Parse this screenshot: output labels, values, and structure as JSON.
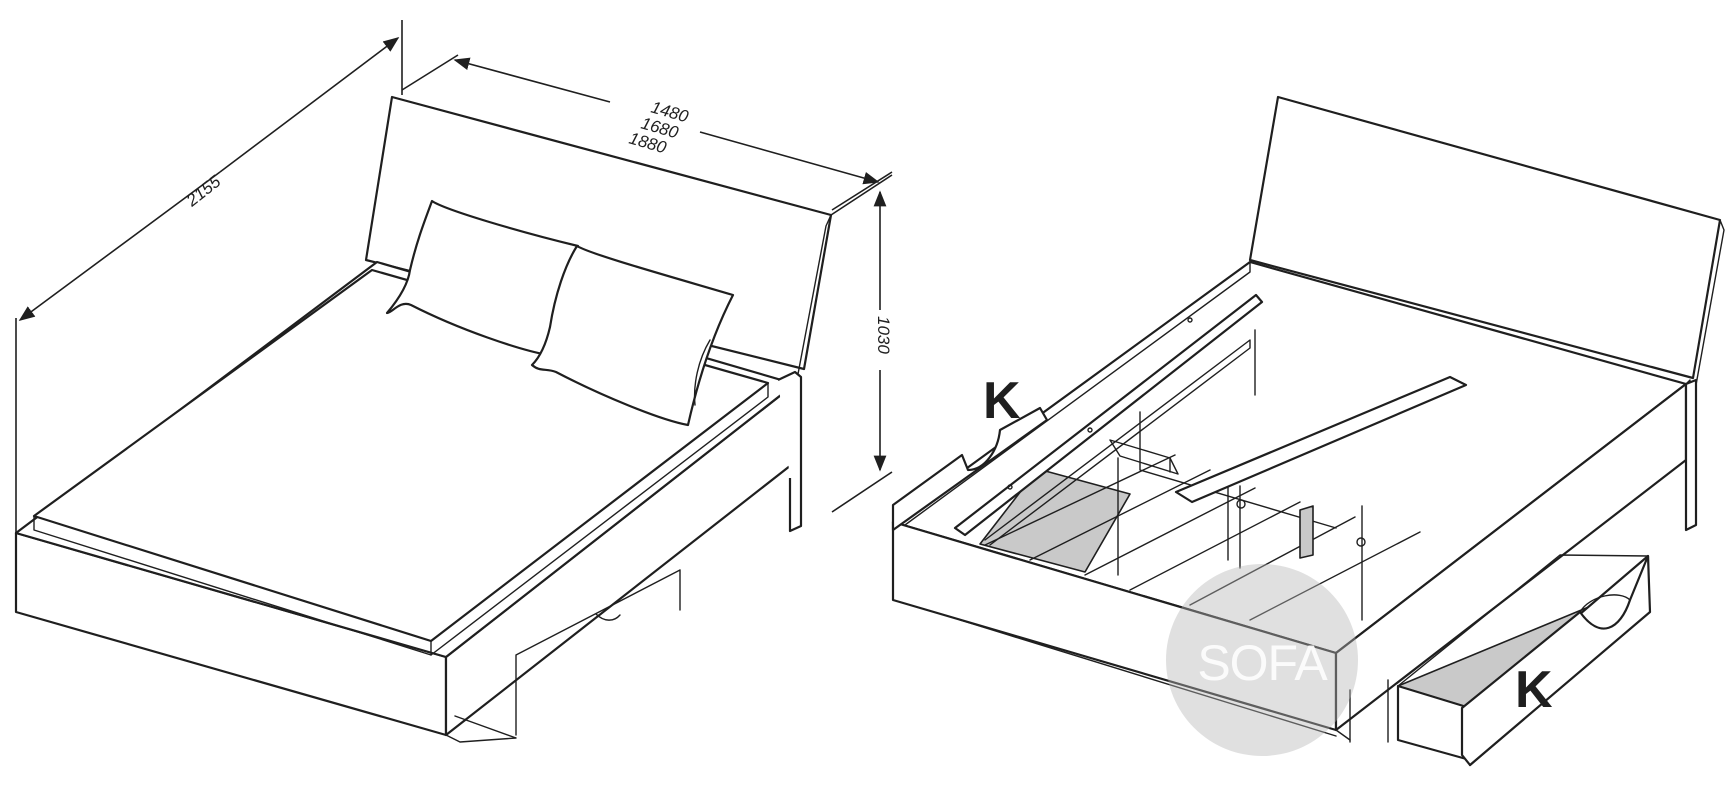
{
  "dimensions": {
    "length": "2155",
    "widths": [
      "1480",
      "1680",
      "1880"
    ],
    "height": "1030"
  },
  "callouts": {
    "drawer_left": "K",
    "drawer_right": "K"
  },
  "watermark": {
    "text": "SOFA"
  }
}
